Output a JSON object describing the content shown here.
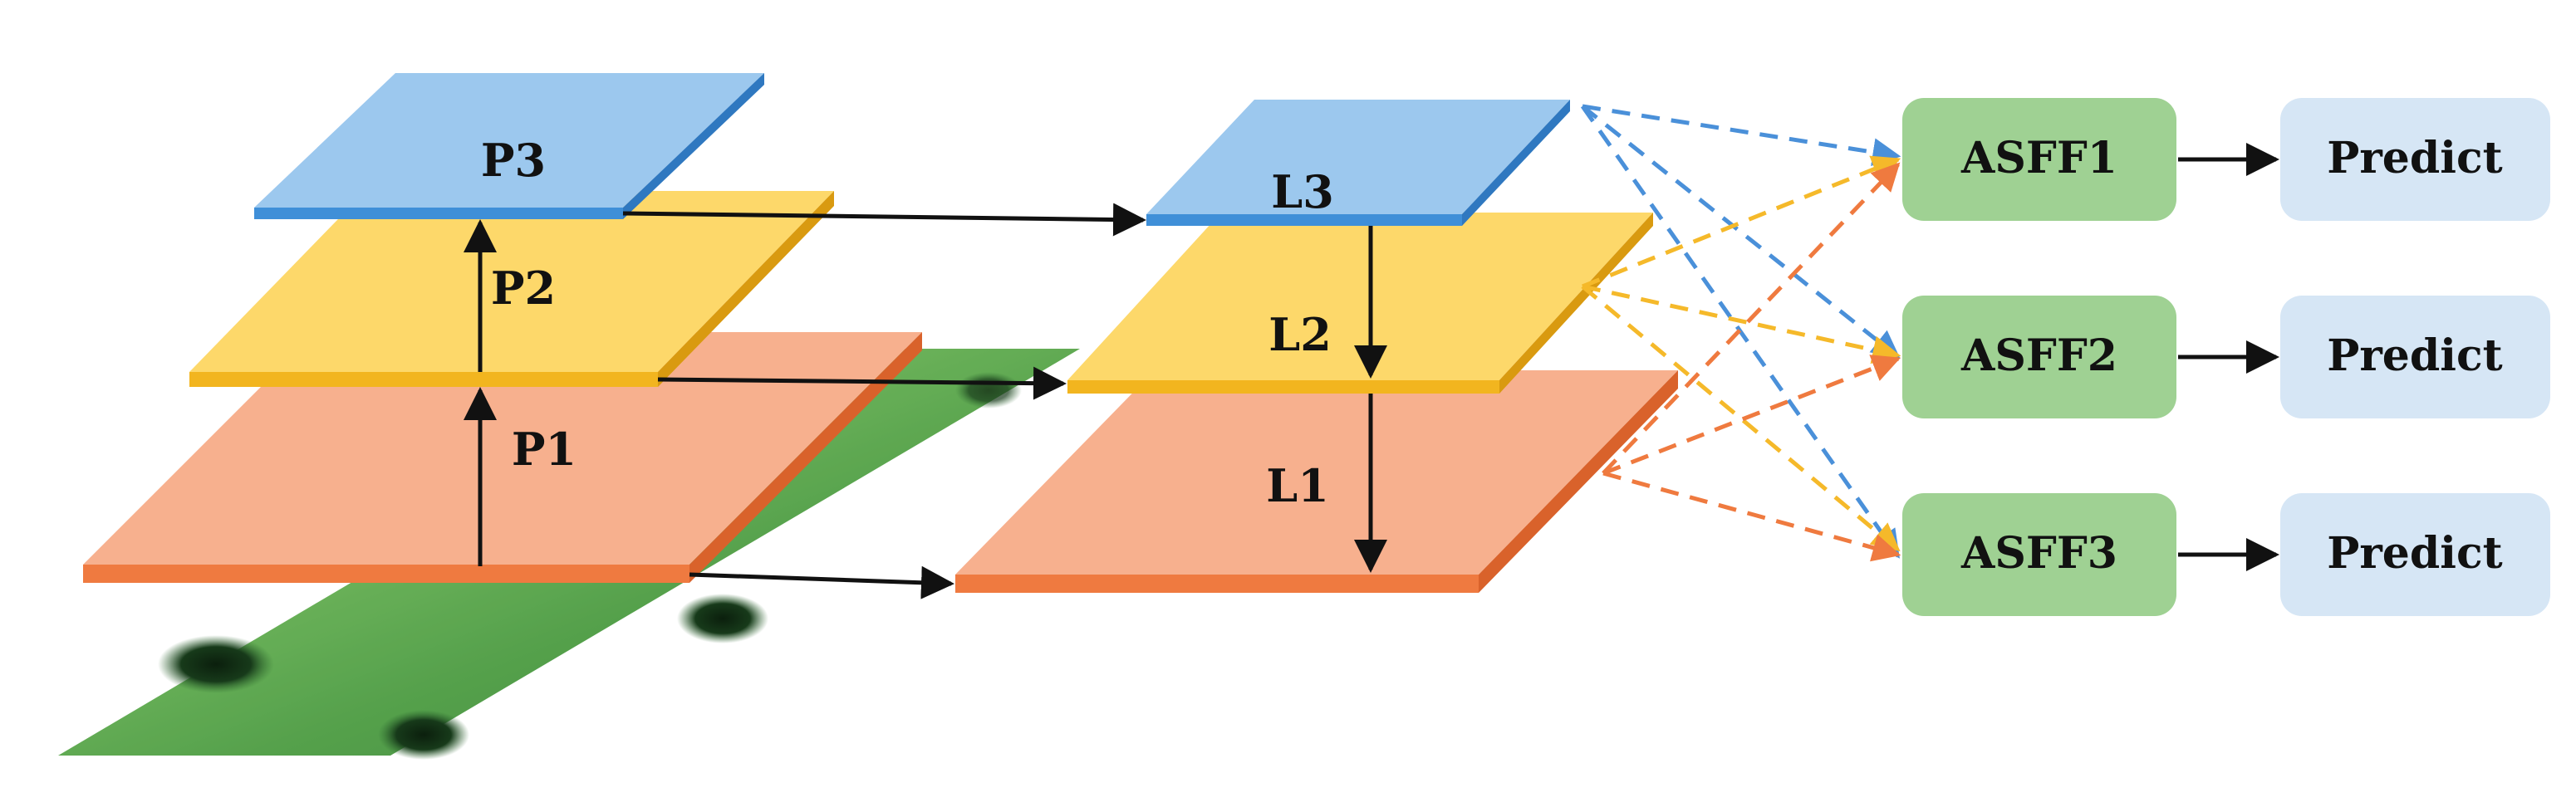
{
  "colors": {
    "blue_top": "#9cc8ee",
    "blue_edge": "#3f8fd8",
    "yellow_top": "#fdd86a",
    "yellow_edge": "#f2b51f",
    "orange_top": "#f7b08e",
    "orange_edge": "#ef7a40",
    "asff_fill": "#9fd193",
    "predict_fill": "#d6e6f5",
    "arrow": "#111111",
    "dash_blue": "#4a90d9",
    "dash_yellow": "#f5b92a",
    "dash_orange": "#ef7a3f"
  },
  "pyramid": {
    "p3": "P3",
    "p2": "P2",
    "p1": "P1"
  },
  "fpn": {
    "l3": "L3",
    "l2": "L2",
    "l1": "L1"
  },
  "asff": [
    "ASFF1",
    "ASFF2",
    "ASFF3"
  ],
  "predict": [
    "Predict",
    "Predict",
    "Predict"
  ]
}
